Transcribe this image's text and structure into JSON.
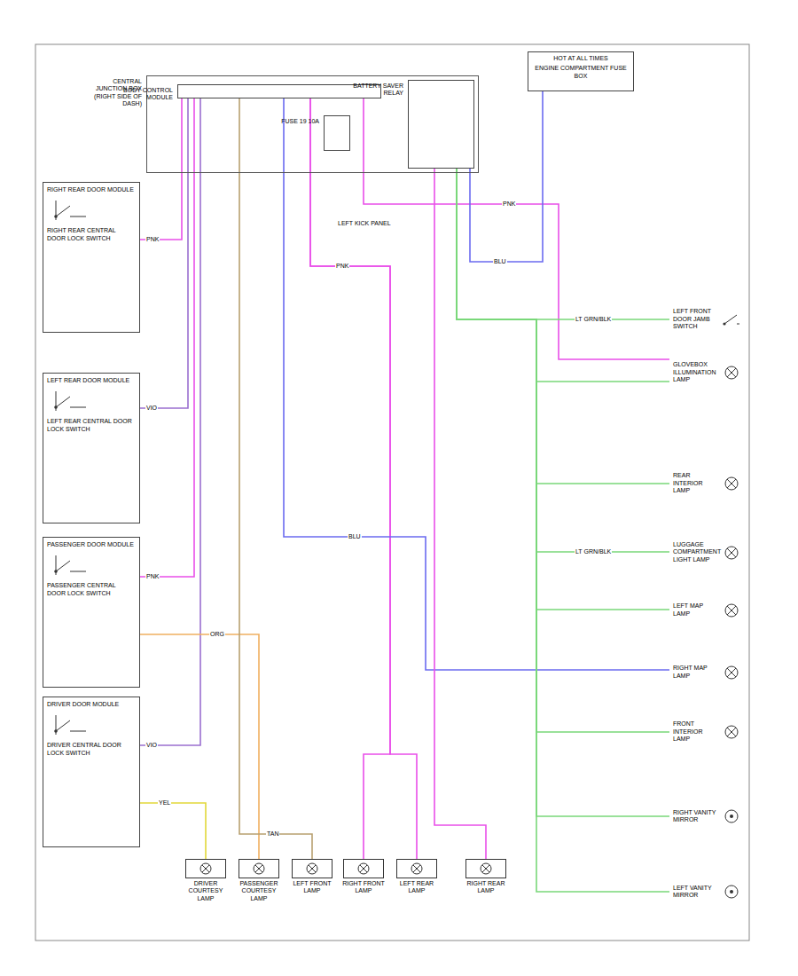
{
  "diagram": {
    "nodes": [
      {
        "text": [
          "CENTRAL JUNCTION BOX (RIGHT SIDE OF DASH)"
        ]
      },
      {
        "text": [
          "BODY CONTROL MODULE"
        ],
        "in": 0
      },
      {
        "text": [
          "FUSE 19 10A"
        ],
        "in": 0
      },
      {
        "text": [
          "BATTERY SAVER RELAY"
        ],
        "in": 0
      },
      {
        "text": [
          "HOT AT ALL TIMES",
          "ENGINE COMPARTMENT FUSE BOX"
        ]
      },
      {
        "text": [
          "RIGHT REAR DOOR MODULE",
          "RIGHT REAR CENTRAL DOOR LOCK SWITCH"
        ]
      },
      {
        "text": [
          "LEFT REAR DOOR MODULE",
          "LEFT REAR CENTRAL DOOR LOCK SWITCH"
        ]
      },
      {
        "text": [
          "PASSENGER DOOR MODULE",
          "PASSENGER CENTRAL DOOR LOCK SWITCH"
        ]
      },
      {
        "text": [
          "DRIVER DOOR MODULE",
          "DRIVER CENTRAL DOOR LOCK SWITCH"
        ]
      },
      {
        "text": [
          "LEFT FRONT DOOR JAMB SWITCH"
        ]
      },
      {
        "text": [
          "GLOVEBOX ILLUMINATION LAMP"
        ]
      },
      {
        "text": [
          "REAR INTERIOR LAMP"
        ]
      },
      {
        "text": [
          "LUGGAGE COMPARTMENT LIGHT LAMP"
        ]
      },
      {
        "text": [
          "LEFT MAP LAMP"
        ]
      },
      {
        "text": [
          "RIGHT MAP LAMP"
        ]
      },
      {
        "text": [
          "FRONT INTERIOR LAMP"
        ]
      },
      {
        "text": [
          "RIGHT VANITY MIRROR"
        ]
      },
      {
        "text": [
          "LEFT VANITY MIRROR"
        ]
      },
      {
        "text": [
          "DRIVER COURTESY LAMP"
        ]
      },
      {
        "text": [
          "PASSENGER COURTESY LAMP"
        ]
      },
      {
        "text": [
          "LEFT FRONT LAMP"
        ]
      },
      {
        "text": [
          "RIGHT FRONT LAMP"
        ]
      },
      {
        "text": [
          "LEFT REAR LAMP"
        ]
      },
      {
        "text": [
          "RIGHT REAR LAMP"
        ]
      }
    ],
    "edges": [
      {
        "from": 1,
        "to": 5,
        "arrow": "none"
      },
      {
        "from": 1,
        "to": 6,
        "arrow": "none"
      },
      {
        "from": 1,
        "to": 7,
        "arrow": "none"
      },
      {
        "from": 1,
        "to": 8,
        "arrow": "none"
      },
      {
        "from": 7,
        "to": 19,
        "arrow": "none"
      },
      {
        "from": 8,
        "to": 18,
        "arrow": "none"
      },
      {
        "from": 1,
        "to": 20,
        "arrow": "none"
      },
      {
        "from": 1,
        "to": 21,
        "arrow": "none"
      },
      {
        "from": 1,
        "to": 22,
        "arrow": "none"
      },
      {
        "from": 1,
        "to": 14,
        "arrow": "none"
      },
      {
        "from": 1,
        "to": 10,
        "arrow": "none"
      },
      {
        "from": 4,
        "to": 3,
        "arrow": "none"
      },
      {
        "from": 3,
        "to": 9,
        "arrow": "none"
      },
      {
        "from": 3,
        "to": 10,
        "arrow": "none"
      },
      {
        "from": 3,
        "to": 11,
        "arrow": "none"
      },
      {
        "from": 3,
        "to": 12,
        "arrow": "none"
      },
      {
        "from": 3,
        "to": 13,
        "arrow": "none"
      },
      {
        "from": 3,
        "to": 15,
        "arrow": "none"
      },
      {
        "from": 3,
        "to": 16,
        "arrow": "none"
      },
      {
        "from": 3,
        "to": 17,
        "arrow": "none"
      },
      {
        "from": 3,
        "to": 23,
        "arrow": "none"
      }
    ],
    "labels": [
      "PNK",
      "VIO",
      "PNK",
      "VIO",
      "ORG",
      "YEL",
      "TAN",
      "PNK",
      "BLU",
      "PNK",
      "BLU",
      "LT GRN/BLK",
      "LT GRN/BLK",
      "LEFT KICK PANEL"
    ]
  }
}
